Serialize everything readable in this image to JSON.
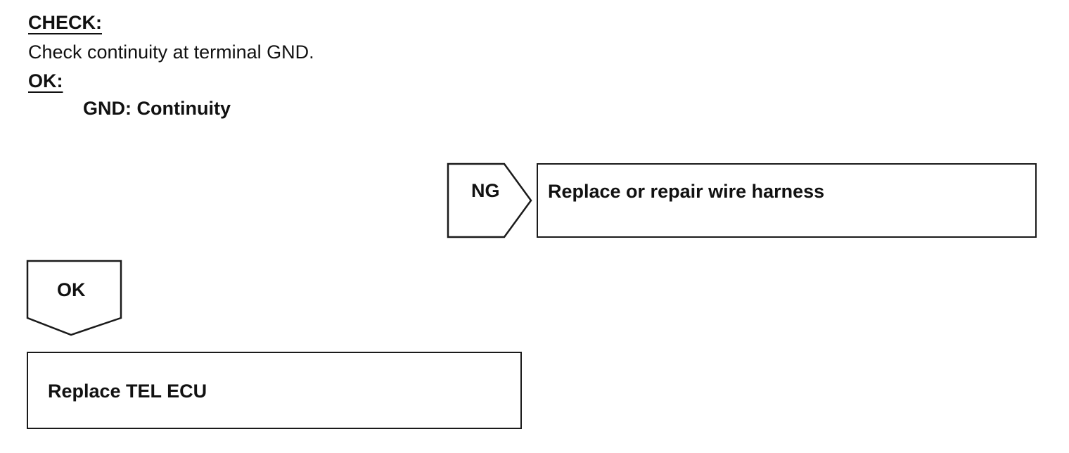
{
  "check": {
    "heading": "CHECK:",
    "instruction": "Check continuity at terminal GND."
  },
  "ok_criteria": {
    "heading": "OK:",
    "criterion": "GND: Continuity"
  },
  "ng_branch": {
    "tag": "NG",
    "action": "Replace or repair wire harness"
  },
  "ok_branch": {
    "tag": "OK",
    "action": "Replace TEL ECU"
  }
}
